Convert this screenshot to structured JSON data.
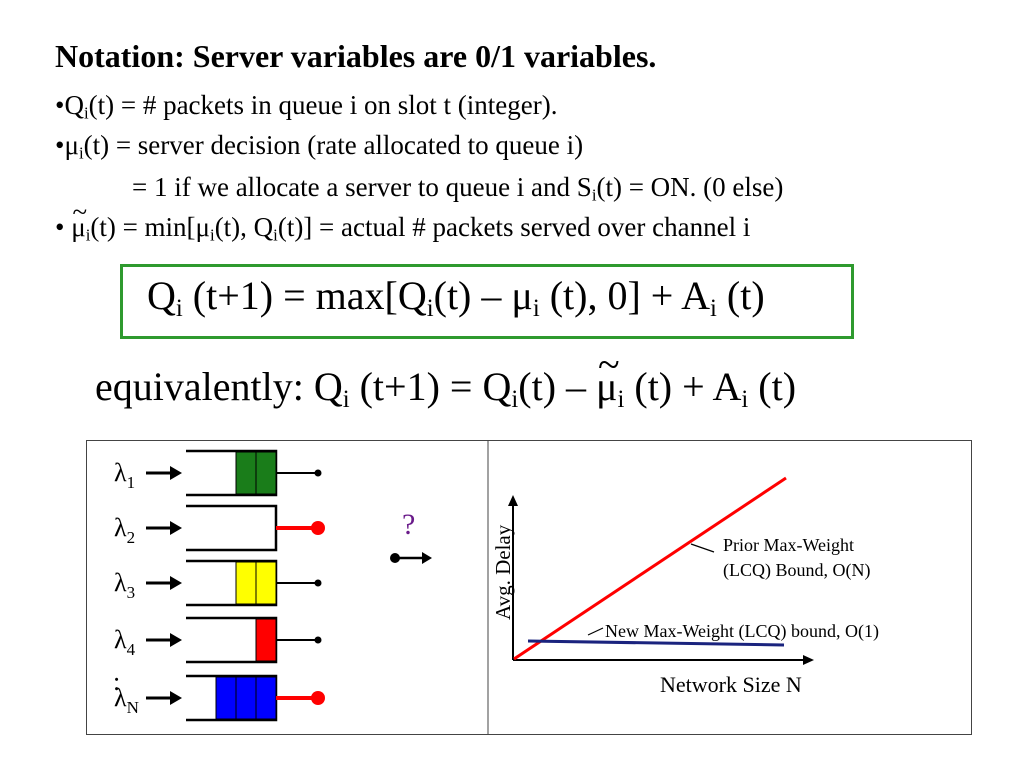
{
  "slide": {
    "heading": "Notation: Server variables are 0/1 variables.",
    "bullets": [
      {
        "bullet": "•",
        "var": "Q",
        "sub": "i",
        "text": "(t) = # packets in queue i on slot t (integer)."
      },
      {
        "bullet": "•",
        "var": "μ",
        "sub": "i",
        "text": "(t) = server decision (rate allocated to queue i)"
      },
      {
        "pre": "= 1 if we allocate a server to queue i and S",
        "sub": "i",
        "text": "(t) = ON. (0 else)"
      },
      {
        "bullet": "•",
        "var": "μ",
        "sub": "i",
        "text_a": "(t) = min[μ",
        "sub_a": "i",
        "text_b": "(t), Q",
        "sub_b": "i",
        "text_c": "(t)] = actual # packets served over channel i"
      }
    ],
    "equation_box": {
      "p1": "Q",
      "s1": "i",
      "p2": " (t+1) = max[Q",
      "s2": "i",
      "p3": "(t) – μ",
      "s3": "i",
      "p4": " (t), 0] + A",
      "s4": "i",
      "p5": " (t)"
    },
    "equation_alt": {
      "p1": "equivalently: Q",
      "s1": "i",
      "p2": " (t+1) =  Q",
      "s2": "i",
      "p3": "(t) – ",
      "p4": "μ",
      "s4": "i",
      "p5": " (t)  + A",
      "s5": "i",
      "p6": " (t)"
    }
  },
  "queues": [
    {
      "lambda": "λ",
      "sub": "1",
      "fill": "#1a7d1a",
      "cells": 2,
      "server": "on"
    },
    {
      "lambda": "λ",
      "sub": "2",
      "fill": "",
      "cells": 0,
      "server": "connected"
    },
    {
      "lambda": "λ",
      "sub": "3",
      "fill": "#ffff00",
      "cells": 2,
      "server": "on"
    },
    {
      "lambda": "λ",
      "sub": "4",
      "fill": "#ff0000",
      "cells": 1,
      "server": "on"
    },
    {
      "lambda": "λ",
      "sub": "N",
      "fill": "#0000ff",
      "cells": 3,
      "server": "connected"
    }
  ],
  "ellipsis": ":",
  "question_mark": "?",
  "colors": {
    "box_green": "#2e9a2e",
    "server_red": "#ff0000",
    "question_purple": "#6a1b8a",
    "line_red": "#ff0000",
    "line_blue": "#1a237e"
  },
  "plot": {
    "ylabel": "Avg. Delay",
    "xlabel": "Network Size N",
    "label_prior_1": "Prior Max-Weight",
    "label_prior_2": "(LCQ) Bound, O(N)",
    "label_new": "New Max-Weight (LCQ) bound,  O(1)"
  }
}
